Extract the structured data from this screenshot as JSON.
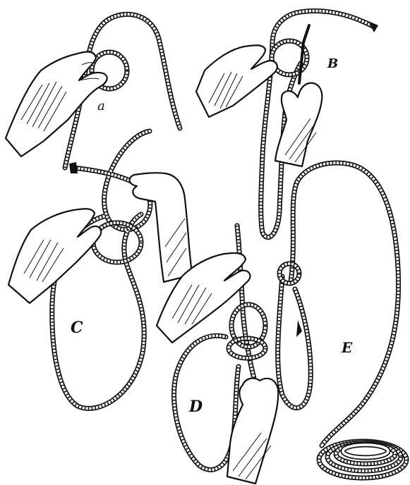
{
  "figures": [
    {
      "id": "a",
      "label": "a"
    },
    {
      "id": "b",
      "label": "B"
    },
    {
      "id": "c",
      "label": "C"
    },
    {
      "id": "d",
      "label": "D"
    },
    {
      "id": "e",
      "label": "E"
    }
  ]
}
